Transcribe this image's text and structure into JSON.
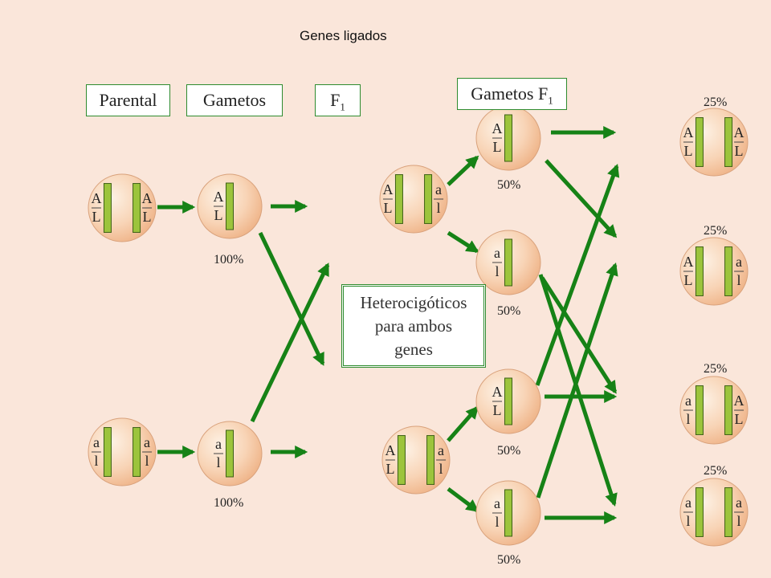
{
  "title": "Genes ligados",
  "headers": {
    "parental": "Parental",
    "gametos": "Gametos",
    "f1": "F",
    "f1_sub": "1",
    "gametos_f1": "Gametos F",
    "gametos_f1_sub": "1"
  },
  "heterozygous_box": {
    "line1": "Heterocigóticos",
    "line2": "para ambos",
    "line3": "genes"
  },
  "percentages": {
    "gamete_top": "100%",
    "gamete_bottom": "100%",
    "f1g_1": "50%",
    "f1g_2": "50%",
    "f1g_3": "50%",
    "f1g_4": "50%",
    "f2_1": "25%",
    "f2_2": "25%",
    "f2_3": "25%",
    "f2_4": "25%"
  },
  "cells": {
    "parent_top": [
      [
        "A",
        "L"
      ],
      [
        "A",
        "L"
      ]
    ],
    "parent_bottom": [
      [
        "a",
        "l"
      ],
      [
        "a",
        "l"
      ]
    ],
    "gamete_top": [
      [
        "A",
        "L"
      ]
    ],
    "gamete_bottom": [
      [
        "a",
        "l"
      ]
    ],
    "f1_top": [
      [
        "A",
        "L"
      ],
      [
        "a",
        "l"
      ]
    ],
    "f1_bottom": [
      [
        "A",
        "L"
      ],
      [
        "a",
        "l"
      ]
    ],
    "f1g_1": [
      [
        "A",
        "L"
      ]
    ],
    "f1g_2": [
      [
        "a",
        "l"
      ]
    ],
    "f1g_3": [
      [
        "A",
        "L"
      ]
    ],
    "f1g_4": [
      [
        "a",
        "l"
      ]
    ],
    "f2_1": [
      [
        "A",
        "L"
      ],
      [
        "A",
        "L"
      ]
    ],
    "f2_2": [
      [
        "A",
        "L"
      ],
      [
        "a",
        "l"
      ]
    ],
    "f2_3": [
      [
        "a",
        "l"
      ],
      [
        "A",
        "L"
      ]
    ],
    "f2_4": [
      [
        "a",
        "l"
      ],
      [
        "a",
        "l"
      ]
    ]
  },
  "colors": {
    "background": "#fae6da",
    "arrow": "#168216",
    "chromosome": "#9cc43c",
    "chromosome_edge": "#3c6014",
    "cell_light": "#fdf1e4",
    "cell_dark": "#f0b488",
    "box_border": "#2e8b2e"
  }
}
